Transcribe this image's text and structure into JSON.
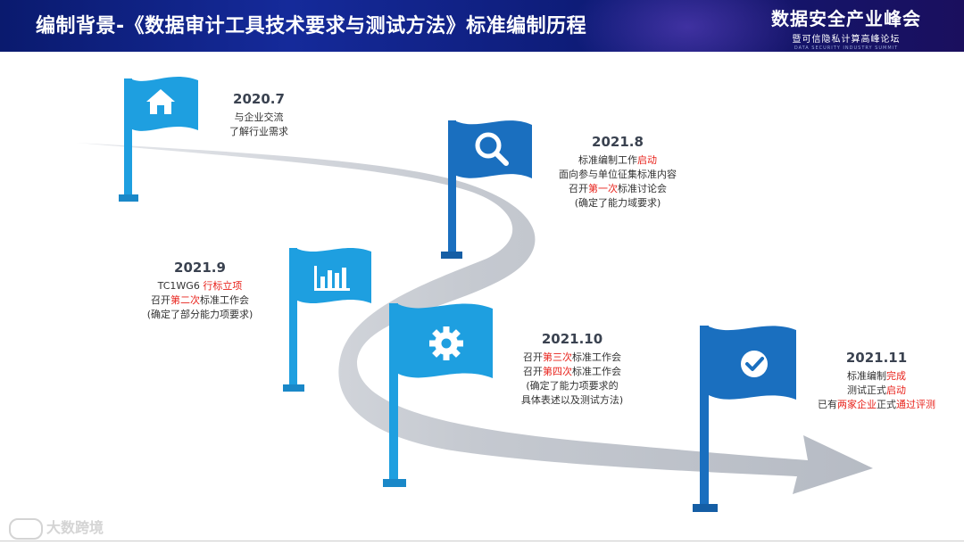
{
  "header": {
    "title": "编制背景-《数据审计工具技术要求与测试方法》标准编制历程",
    "brand_main": "数据安全产业峰会",
    "brand_sub": "暨可信隐私计算高峰论坛",
    "brand_tiny": "DATA SECURITY INDUSTRY SUMMIT"
  },
  "colors": {
    "header": "#0e1c78",
    "flag_light": "#1e9fe0",
    "flag_dark": "#1a6fbf",
    "road": "#c9ccd2",
    "highlight": "#e8231c"
  },
  "milestones": [
    {
      "date": "2020.7",
      "icon": "home-icon",
      "lines": [
        [
          {
            "t": "与企业交流"
          }
        ],
        [
          {
            "t": "了解行业需求"
          }
        ]
      ]
    },
    {
      "date": "2021.8",
      "icon": "search-icon",
      "lines": [
        [
          {
            "t": "标准编制工作"
          },
          {
            "t": "启动",
            "hl": true
          }
        ],
        [
          {
            "t": "面向参与单位征集标准内容"
          }
        ],
        [
          {
            "t": "召开"
          },
          {
            "t": "第一次",
            "hl": true
          },
          {
            "t": "标准讨论会"
          }
        ],
        [
          {
            "t": "(确定了能力域要求)"
          }
        ]
      ]
    },
    {
      "date": "2021.9",
      "icon": "bar-chart-icon",
      "lines": [
        [
          {
            "t": "TC1WG6 "
          },
          {
            "t": "行标立项",
            "hl": true
          }
        ],
        [
          {
            "t": "召开"
          },
          {
            "t": "第二次",
            "hl": true
          },
          {
            "t": "标准工作会"
          }
        ],
        [
          {
            "t": "(确定了部分能力项要求)"
          }
        ]
      ]
    },
    {
      "date": "2021.10",
      "icon": "gear-icon",
      "lines": [
        [
          {
            "t": "召开"
          },
          {
            "t": "第三次",
            "hl": true
          },
          {
            "t": "标准工作会"
          }
        ],
        [
          {
            "t": "召开"
          },
          {
            "t": "第四次",
            "hl": true
          },
          {
            "t": "标准工作会"
          }
        ],
        [
          {
            "t": "(确定了能力项要求的"
          }
        ],
        [
          {
            "t": "具体表述以及测试方法)"
          }
        ]
      ]
    },
    {
      "date": "2021.11",
      "icon": "checkmark-icon",
      "lines": [
        [
          {
            "t": "标准编制"
          },
          {
            "t": "完成",
            "hl": true
          }
        ],
        [
          {
            "t": "测试正式"
          },
          {
            "t": "启动",
            "hl": true
          }
        ],
        [
          {
            "t": "已有"
          },
          {
            "t": "两家企业",
            "hl": true
          },
          {
            "t": "正式"
          },
          {
            "t": "通过评测",
            "hl": true
          }
        ]
      ]
    }
  ],
  "watermark": "大数跨境"
}
